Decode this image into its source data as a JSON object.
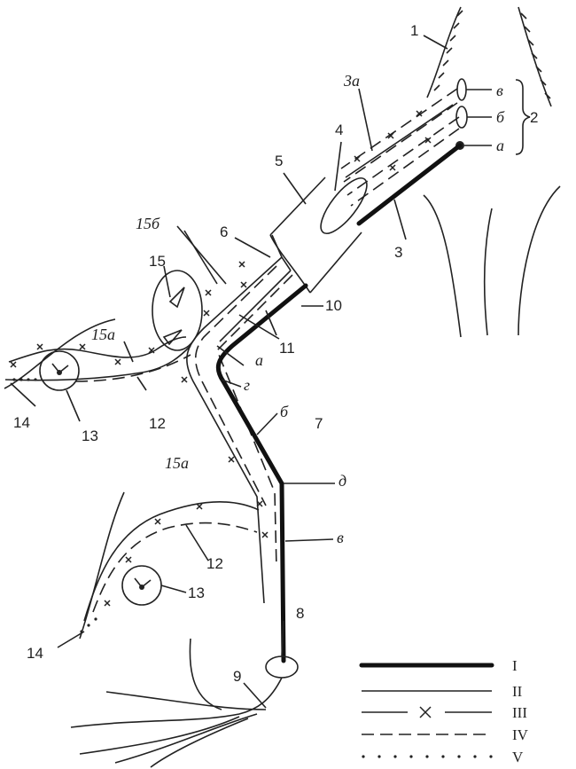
{
  "labels": {
    "n1": "1",
    "n2": "2",
    "n3": "3",
    "n3a": "3а",
    "n4": "4",
    "n5": "5",
    "n6": "6",
    "n7": "7",
    "n8": "8",
    "n9": "9",
    "n10": "10",
    "n11": "11",
    "n12_top": "12",
    "n12_bottom": "12",
    "n13_top": "13",
    "n13_bottom": "13",
    "n14_top": "14",
    "n14_bottom": "14",
    "n15": "15",
    "n15a_top": "15а",
    "n15a_bottom": "15а",
    "n15b": "15б",
    "root_v": "в",
    "root_b": "б",
    "root_a": "а",
    "nerve_a": "а",
    "nerve_g": "г",
    "nerve_b": "б",
    "nerve_d": "д",
    "nerve_v": "в"
  },
  "legend": {
    "items": [
      {
        "roman": "I",
        "style": "thick-solid"
      },
      {
        "roman": "II",
        "style": "thin-solid"
      },
      {
        "roman": "III",
        "style": "solid-with-cross"
      },
      {
        "roman": "IV",
        "style": "dashed"
      },
      {
        "roman": "V",
        "style": "dotted"
      }
    ]
  },
  "colors": {
    "ink": "#222222",
    "background": "#ffffff"
  }
}
